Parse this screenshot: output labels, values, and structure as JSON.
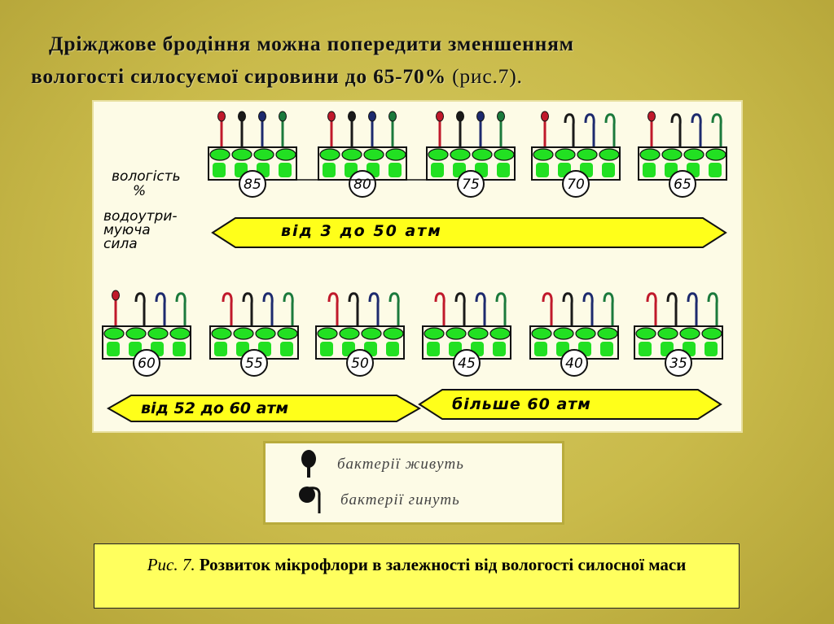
{
  "title": {
    "line1": "Дріжджове бродіння можна попередити зменшенням",
    "line2": "вологості силосуємої сировини до 65-70%",
    "ref": "(рис.7)."
  },
  "diagram": {
    "label_moisture": [
      "вологість",
      "%"
    ],
    "label_force": [
      "водоутри-",
      "муюча",
      "сила"
    ],
    "top_row": [
      {
        "moisture": "85",
        "alive": [
          true,
          true,
          true,
          true
        ]
      },
      {
        "moisture": "80",
        "alive": [
          true,
          true,
          true,
          true
        ]
      },
      {
        "moisture": "75",
        "alive": [
          true,
          true,
          true,
          true
        ]
      },
      {
        "moisture": "70",
        "alive": [
          true,
          false,
          false,
          false
        ]
      },
      {
        "moisture": "65",
        "alive": [
          true,
          false,
          false,
          false
        ]
      }
    ],
    "bottom_row": [
      {
        "moisture": "60",
        "alive": [
          true,
          false,
          false,
          false
        ]
      },
      {
        "moisture": "55",
        "alive": [
          false,
          false,
          false,
          false
        ]
      },
      {
        "moisture": "50",
        "alive": [
          false,
          false,
          false,
          false
        ]
      },
      {
        "moisture": "45",
        "alive": [
          false,
          false,
          false,
          false
        ]
      },
      {
        "moisture": "40",
        "alive": [
          false,
          false,
          false,
          false
        ]
      },
      {
        "moisture": "35",
        "alive": [
          false,
          false,
          false,
          false
        ]
      }
    ],
    "arrow_top": "від  3  до  50  атм",
    "arrow_bottom_left": "від 52 до 60 атм",
    "arrow_bottom_right": "більше  60 атм",
    "bacteria_colors": [
      "#c0192b",
      "#1a1a1a",
      "#1d2a6e",
      "#1b7a3c"
    ],
    "green": "#22e022",
    "arrow_fill": "#ffff1a"
  },
  "legend": {
    "alive": "бактерії живуть",
    "dead": "бактерії гинуть"
  },
  "caption": {
    "prefix": "Рис. 7.",
    "text": "Розвиток мікрофлори в залежності від вологості силосної маси"
  }
}
